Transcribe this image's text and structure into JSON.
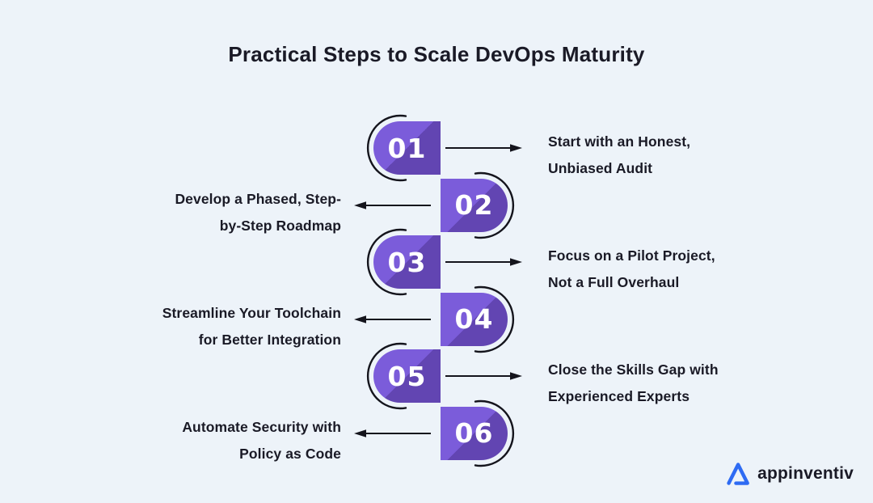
{
  "title": "Practical Steps to Scale DevOps Maturity",
  "steps": [
    {
      "number": "01",
      "side": "right",
      "label_line1": "Start with an Honest,",
      "label_line2": "Unbiased Audit"
    },
    {
      "number": "02",
      "side": "left",
      "label_line1": "Develop a Phased, Step-",
      "label_line2": "by-Step Roadmap"
    },
    {
      "number": "03",
      "side": "right",
      "label_line1": "Focus on a Pilot Project,",
      "label_line2": "Not a Full Overhaul"
    },
    {
      "number": "04",
      "side": "left",
      "label_line1": "Streamline Your Toolchain",
      "label_line2": "for Better Integration"
    },
    {
      "number": "05",
      "side": "right",
      "label_line1": "Close the Skills Gap with",
      "label_line2": "Experienced Experts"
    },
    {
      "number": "06",
      "side": "left",
      "label_line1": "Automate Security with",
      "label_line2": "Policy as Code"
    }
  ],
  "logo": {
    "text": "appinventiv",
    "icon": "appinventiv-triangle-icon"
  },
  "icons": {
    "arrow_right": "arrow-right-icon",
    "arrow_left": "arrow-left-icon",
    "arc_left": "open-arc-left",
    "arc_right": "open-arc-right"
  },
  "colors": {
    "background": "#EDF3F9",
    "badge_light": "#7B5CDA",
    "badge_dark": "#6245B2",
    "text_dark": "#1A1A26",
    "line_dark": "#14141C",
    "logo_blue": "#2E6BF3"
  }
}
